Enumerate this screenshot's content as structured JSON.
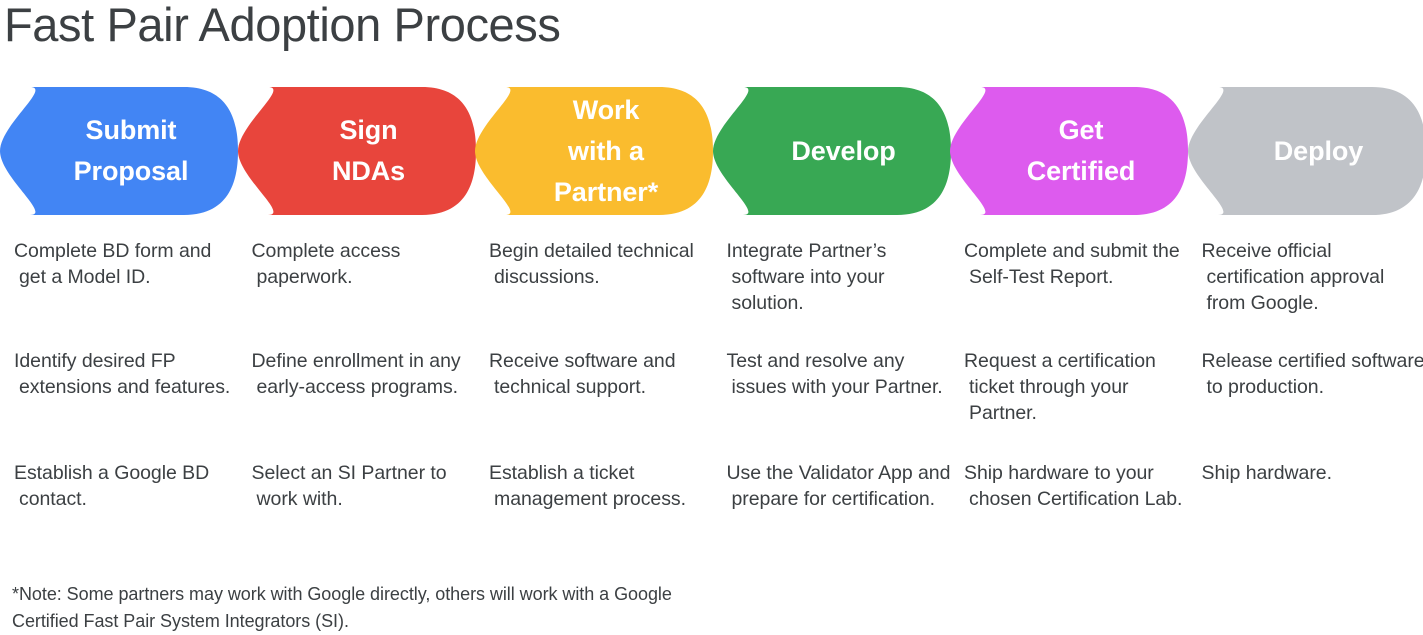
{
  "title": "Fast Pair Adoption Process",
  "colors": {
    "title_text": "#3c4043",
    "body_text": "#3c4043",
    "background": "#ffffff",
    "step_blue": "#4285f4",
    "step_red": "#e8453c",
    "step_yellow": "#fabc2e",
    "step_green": "#38a854",
    "step_magenta": "#dd5bee",
    "step_gray": "#c0c3c8",
    "step_label_text": "#ffffff"
  },
  "steps": [
    {
      "index": 1,
      "label": "Submit\nProposal",
      "color": "#4285f4",
      "bullets": [
        "Complete BD form and get a Model ID.",
        "Identify desired FP extensions and features.",
        "Establish a Google BD contact."
      ]
    },
    {
      "index": 2,
      "label": "Sign\nNDAs",
      "color": "#e8453c",
      "bullets": [
        "Complete access paperwork.",
        "Define enrollment in any early-access programs.",
        "Select an SI Partner to work with."
      ]
    },
    {
      "index": 3,
      "label": "Work\nwith a\nPartner*",
      "color": "#fabc2e",
      "bullets": [
        "Begin detailed technical discussions.",
        "Receive software and technical support.",
        "Establish a ticket management process."
      ]
    },
    {
      "index": 4,
      "label": "Develop",
      "color": "#38a854",
      "bullets": [
        "Integrate Partner’s software into your solution.",
        "Test and resolve any issues with your Partner.",
        "Use the Validator App and prepare for certification."
      ]
    },
    {
      "index": 5,
      "label": "Get\nCertified",
      "color": "#dd5bee",
      "bullets": [
        "Complete and submit the Self-Test Report.",
        "Request a certification ticket through your Partner.",
        "Ship hardware to your chosen Certification Lab."
      ]
    },
    {
      "index": 6,
      "label": "Deploy",
      "color": "#c0c3c8",
      "bullets": [
        "Receive official certification approval from Google.",
        "Release certified software to production.",
        "Ship hardware."
      ]
    }
  ],
  "footnote": "*Note: Some partners may work with Google directly, others will work with a Google Certified Fast Pair System Integrators (SI)."
}
